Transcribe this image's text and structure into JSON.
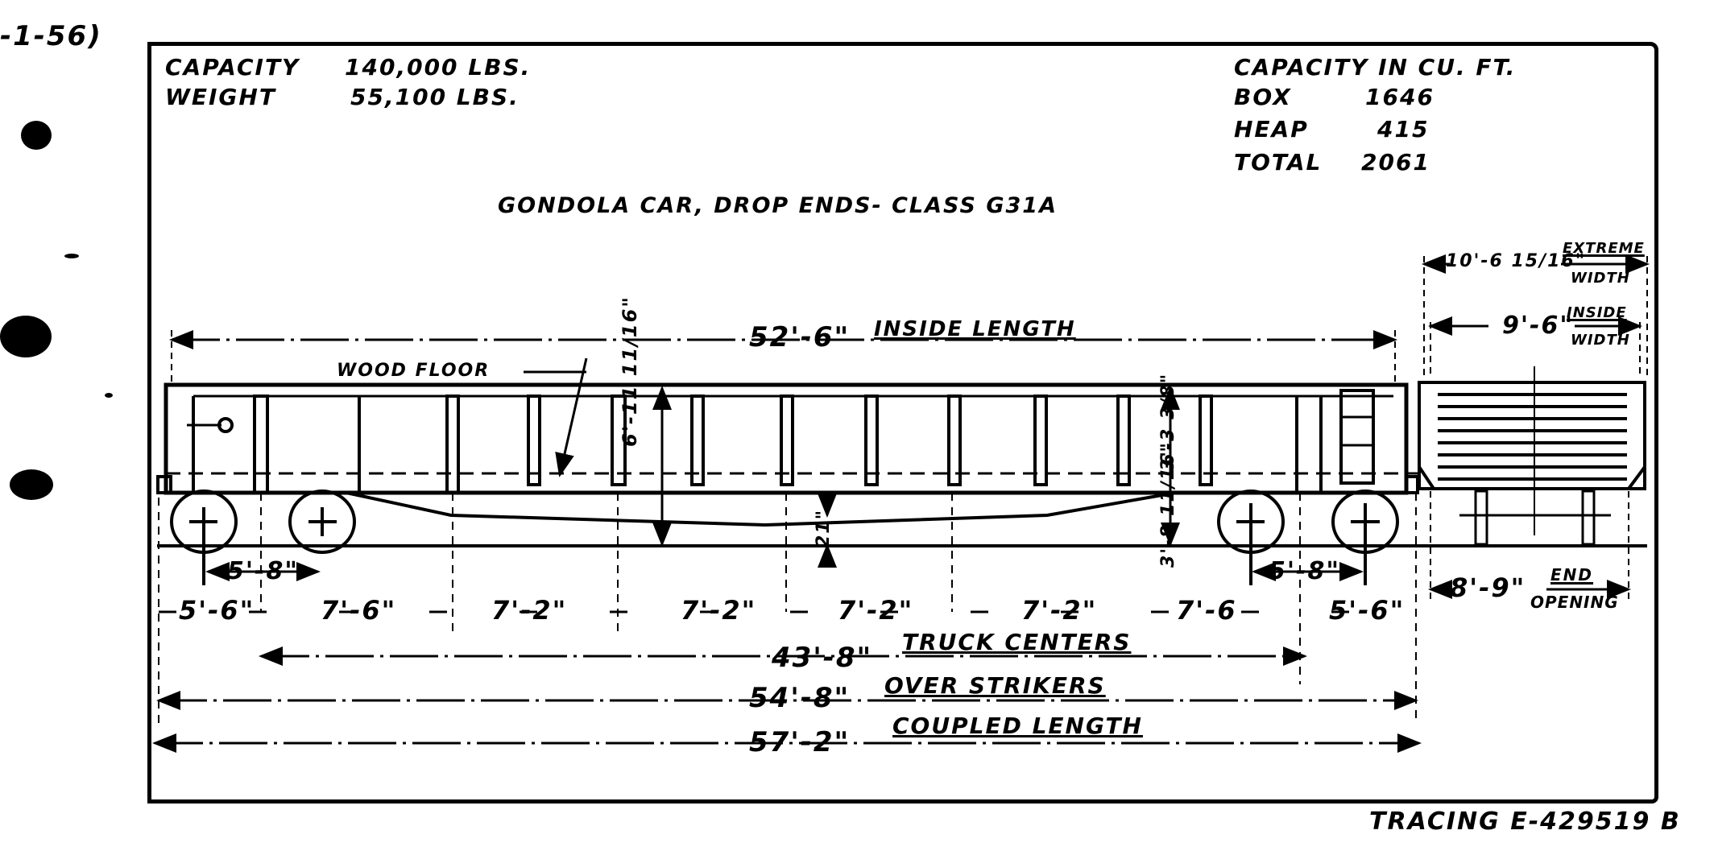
{
  "drawing": {
    "title": "GONDOLA CAR, DROP ENDS- CLASS G31A",
    "corner_note": "-1-56)",
    "tracing_number": "TRACING E-429519 B"
  },
  "specs_left": {
    "capacity_label": "CAPACITY",
    "capacity_value": "140,000 LBS.",
    "weight_label": "WEIGHT",
    "weight_value": "55,100 LBS."
  },
  "specs_right": {
    "heading": "CAPACITY IN CU. FT.",
    "rows": [
      {
        "label": "BOX",
        "value": "1646"
      },
      {
        "label": "HEAP",
        "value": "415"
      },
      {
        "label": "TOTAL",
        "value": "2061"
      }
    ]
  },
  "side_view": {
    "inside_length": {
      "value": "52'-6\"",
      "label": "INSIDE LENGTH"
    },
    "wood_floor_label": "WOOD FLOOR",
    "height_center": "6'-11 11/16\"",
    "height_side_top": "3'-3 3/8\"",
    "height_side_bottom": "3'-8 11/16\"",
    "center_sill_drop": "21\"",
    "truck_wheelbase_left": "5'-8\"",
    "truck_wheelbase_right": "5'-8\"",
    "post_spacings": [
      "5'-6\"",
      "7'-6\"",
      "7'-2\"",
      "7'-2\"",
      "7'-2\"",
      "7'-2\"",
      "7'-6",
      "5'-6\""
    ],
    "truck_centers": {
      "value": "43'-8\"",
      "label": "TRUCK CENTERS"
    },
    "over_strikers": {
      "value": "54'-8\"",
      "label": "OVER STRIKERS"
    },
    "coupled_length": {
      "value": "57'-2\"",
      "label": "COUPLED LENGTH"
    }
  },
  "end_view": {
    "extreme_width": {
      "value": "10'-6 15/16\"",
      "label_top": "EXTREME",
      "label_bottom": "WIDTH"
    },
    "inside_width": {
      "value": "9'-6\"",
      "label_top": "INSIDE",
      "label_bottom": "WIDTH"
    },
    "end_opening": {
      "value": "8'-9\"",
      "label_top": "END",
      "label_bottom": "OPENING"
    }
  }
}
